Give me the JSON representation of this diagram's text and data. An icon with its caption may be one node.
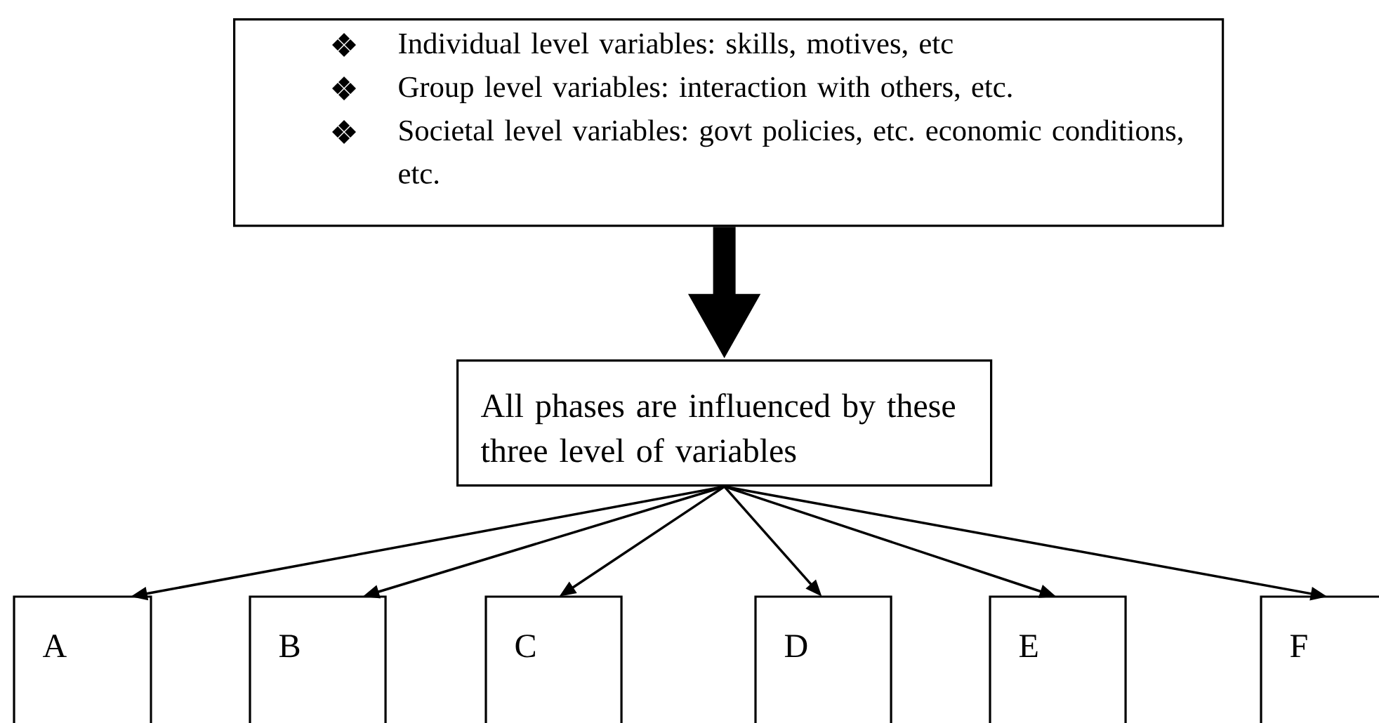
{
  "diagram": {
    "nodes": [
      {
        "text": [
          "Individual level variables: skills, motives, etc",
          "Group level variables: interaction with others, etc.",
          "Societal level variables: govt policies, etc. economic conditions, etc."
        ]
      },
      {
        "text": [
          "All phases are influenced by these three level of variables"
        ]
      },
      {
        "text": [
          "A"
        ]
      },
      {
        "text": [
          "B"
        ]
      },
      {
        "text": [
          "C"
        ]
      },
      {
        "text": [
          "D"
        ]
      },
      {
        "text": [
          "E"
        ]
      },
      {
        "text": [
          "F"
        ]
      }
    ],
    "edges": [
      {
        "from": 0,
        "to": 1,
        "arrow": "to",
        "style": "thick"
      },
      {
        "from": 1,
        "to": 2,
        "arrow": "to"
      },
      {
        "from": 1,
        "to": 3,
        "arrow": "to"
      },
      {
        "from": 1,
        "to": 4,
        "arrow": "to"
      },
      {
        "from": 1,
        "to": 5,
        "arrow": "to"
      },
      {
        "from": 1,
        "to": 6,
        "arrow": "to"
      },
      {
        "from": 1,
        "to": 7,
        "arrow": "to"
      }
    ]
  }
}
